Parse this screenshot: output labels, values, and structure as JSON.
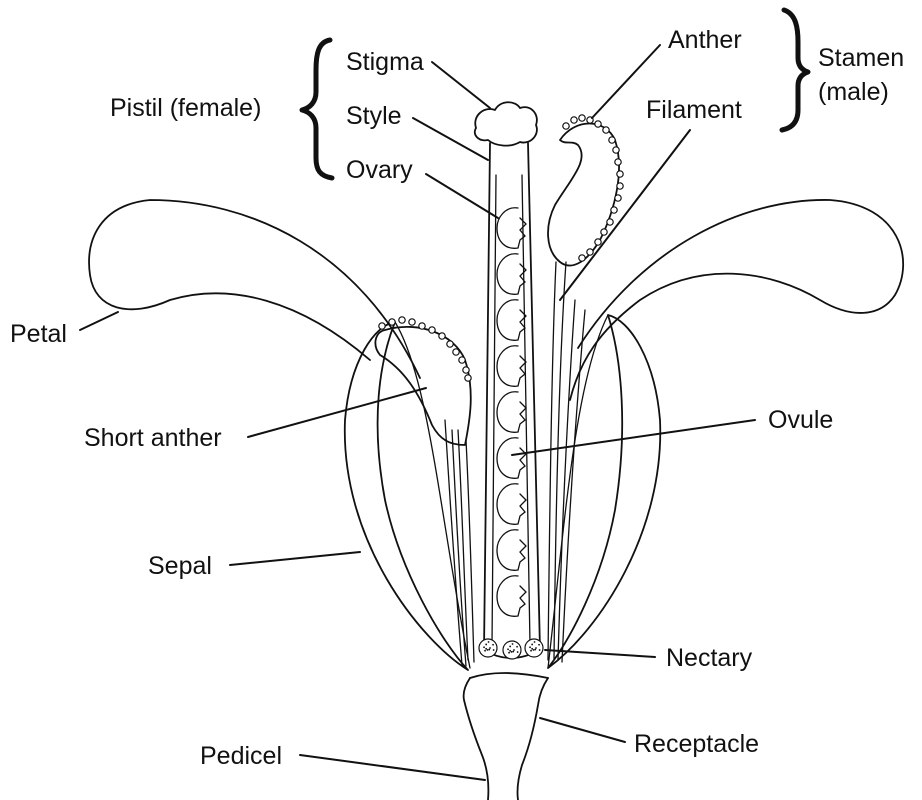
{
  "labels": {
    "stigma": "Stigma",
    "style": "Style",
    "ovary": "Ovary",
    "pistil": "Pistil (female)",
    "anther": "Anther",
    "stamen_line1": "Stamen",
    "stamen_line2": "(male)",
    "filament": "Filament",
    "petal": "Petal",
    "short_anther": "Short anther",
    "ovule": "Ovule",
    "sepal": "Sepal",
    "nectary": "Nectary",
    "pedicel": "Pedicel",
    "receptacle": "Receptacle"
  }
}
